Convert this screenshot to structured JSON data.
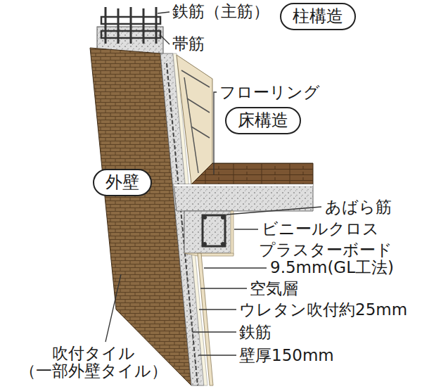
{
  "diagram": {
    "nodes": [
      {
        "text": [
          "柱構造"
        ]
      },
      {
        "text": [
          "床構造"
        ]
      },
      {
        "text": [
          "外壁"
        ]
      }
    ],
    "labels": [
      "鉄筋（主筋）",
      "帯筋",
      "フローリング",
      "あばら筋",
      "ビニールクロス",
      "プラスターボード 9.5mm(GL工法)",
      "空気層",
      "ウレタン吹付約25mm",
      "鉄筋",
      "壁厚150mm",
      "吹付タイル （一部外壁タイル）"
    ]
  }
}
